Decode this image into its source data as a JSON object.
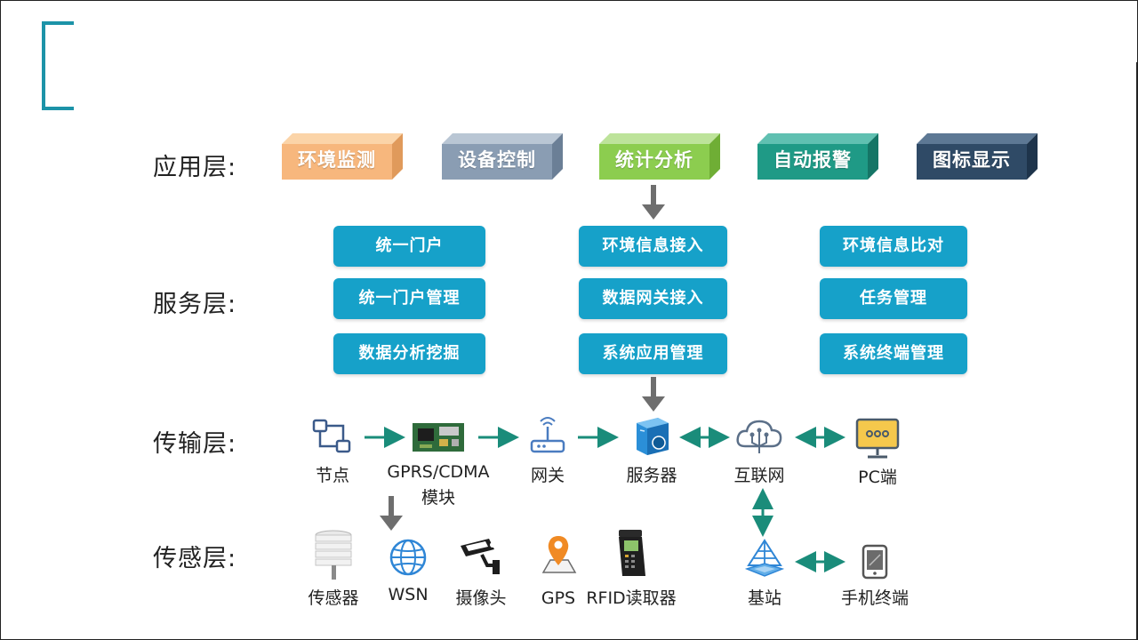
{
  "layers": {
    "application": "应用层:",
    "service": "服务层:",
    "transport": "传输层:",
    "sensing": "传感层:"
  },
  "application_boxes": [
    {
      "label": "环境监测",
      "front": "#f7b77d",
      "top": "#fbd4a8",
      "side": "#e09a5b"
    },
    {
      "label": "设备控制",
      "front": "#8a9db3",
      "top": "#b9c6d4",
      "side": "#6b7f96"
    },
    {
      "label": "统计分析",
      "front": "#8ccd4f",
      "top": "#bde39a",
      "side": "#6fae35"
    },
    {
      "label": "自动报警",
      "front": "#1f9a86",
      "top": "#60c0b1",
      "side": "#157566"
    },
    {
      "label": "图标显示",
      "front": "#2f4a66",
      "top": "#5d7894",
      "side": "#1e344b"
    }
  ],
  "service_columns": [
    [
      "统一门户",
      "统一门户管理",
      "数据分析挖掘"
    ],
    [
      "环境信息接入",
      "数据网关接入",
      "系统应用管理"
    ],
    [
      "环境信息比对",
      "任务管理",
      "系统终端管理"
    ]
  ],
  "transport_nodes": [
    {
      "label": "节点",
      "icon": "node-icon"
    },
    {
      "label": "GPRS/CDMA",
      "label2": "模块",
      "icon": "circuit-board-icon"
    },
    {
      "label": "网关",
      "icon": "router-icon"
    },
    {
      "label": "服务器",
      "icon": "server-icon"
    },
    {
      "label": "互联网",
      "icon": "cloud-icon"
    },
    {
      "label": "PC端",
      "icon": "monitor-icon"
    }
  ],
  "sensing_nodes": [
    {
      "label": "传感器",
      "icon": "sensor-icon"
    },
    {
      "label": "WSN",
      "icon": "globe-icon"
    },
    {
      "label": "摄像头",
      "icon": "camera-icon"
    },
    {
      "label": "GPS",
      "icon": "map-pin-icon"
    },
    {
      "label": "RFID读取器",
      "icon": "rfid-reader-icon"
    },
    {
      "label": "基站",
      "icon": "base-station-icon"
    },
    {
      "label": "手机终端",
      "icon": "phone-icon"
    }
  ],
  "colors": {
    "accent": "#1c93a8",
    "service_button": "#16a1c9",
    "arrow_teal": "#1a8c7a",
    "arrow_gray": "#6e6e6e"
  }
}
